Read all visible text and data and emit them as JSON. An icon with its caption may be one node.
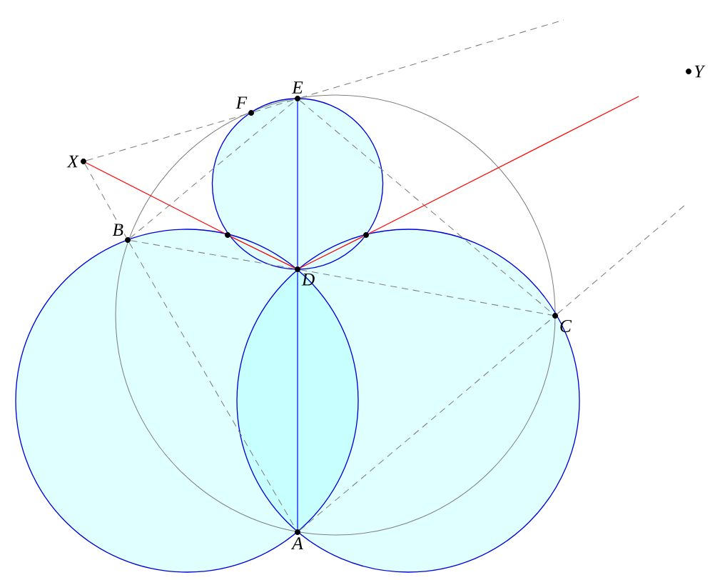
{
  "diagram": {
    "nodes": [
      {
        "text": [
          "A"
        ]
      },
      {
        "text": [
          "B"
        ]
      },
      {
        "text": [
          "C"
        ]
      },
      {
        "text": [
          "D"
        ]
      },
      {
        "text": [
          "E"
        ]
      },
      {
        "text": [
          "F"
        ]
      },
      {
        "text": [
          "X"
        ]
      },
      {
        "text": [
          "Y"
        ]
      },
      {
        "text": [],
        "shape": "circle"
      },
      {
        "text": [],
        "shape": "circle"
      }
    ],
    "edges": [
      {
        "from": 6,
        "to": 5,
        "arrow": "none",
        "style": "dashed"
      },
      {
        "from": 5,
        "to": 4,
        "arrow": "none",
        "style": "dashed"
      },
      {
        "from": 4,
        "to": null,
        "arrow": "none",
        "style": "dashed"
      },
      {
        "from": 6,
        "to": 1,
        "arrow": "none",
        "style": "dashed"
      },
      {
        "from": 1,
        "to": 4,
        "arrow": "none",
        "style": "dashed"
      },
      {
        "from": 1,
        "to": 3,
        "arrow": "none",
        "style": "dashed"
      },
      {
        "from": 3,
        "to": 2,
        "arrow": "none",
        "style": "dashed"
      },
      {
        "from": 1,
        "to": 0,
        "arrow": "none",
        "style": "dashed"
      },
      {
        "from": 4,
        "to": 2,
        "arrow": "none",
        "style": "dashed"
      },
      {
        "from": 0,
        "to": 2,
        "arrow": "none",
        "style": "dashed"
      },
      {
        "from": 2,
        "to": null,
        "arrow": "none",
        "style": "dashed"
      },
      {
        "from": 6,
        "to": 8,
        "arrow": "none",
        "color": "#ff0000"
      },
      {
        "from": 8,
        "to": 3,
        "arrow": "none",
        "color": "#ff0000"
      },
      {
        "from": 3,
        "to": 9,
        "arrow": "none",
        "color": "#ff0000"
      },
      {
        "from": 9,
        "to": null,
        "arrow": "none",
        "color": "#ff0000"
      },
      {
        "from": 4,
        "to": 3,
        "arrow": "none",
        "color": "#0000ff"
      },
      {
        "from": 3,
        "to": 0,
        "arrow": "none",
        "color": "#0000ff"
      }
    ]
  }
}
